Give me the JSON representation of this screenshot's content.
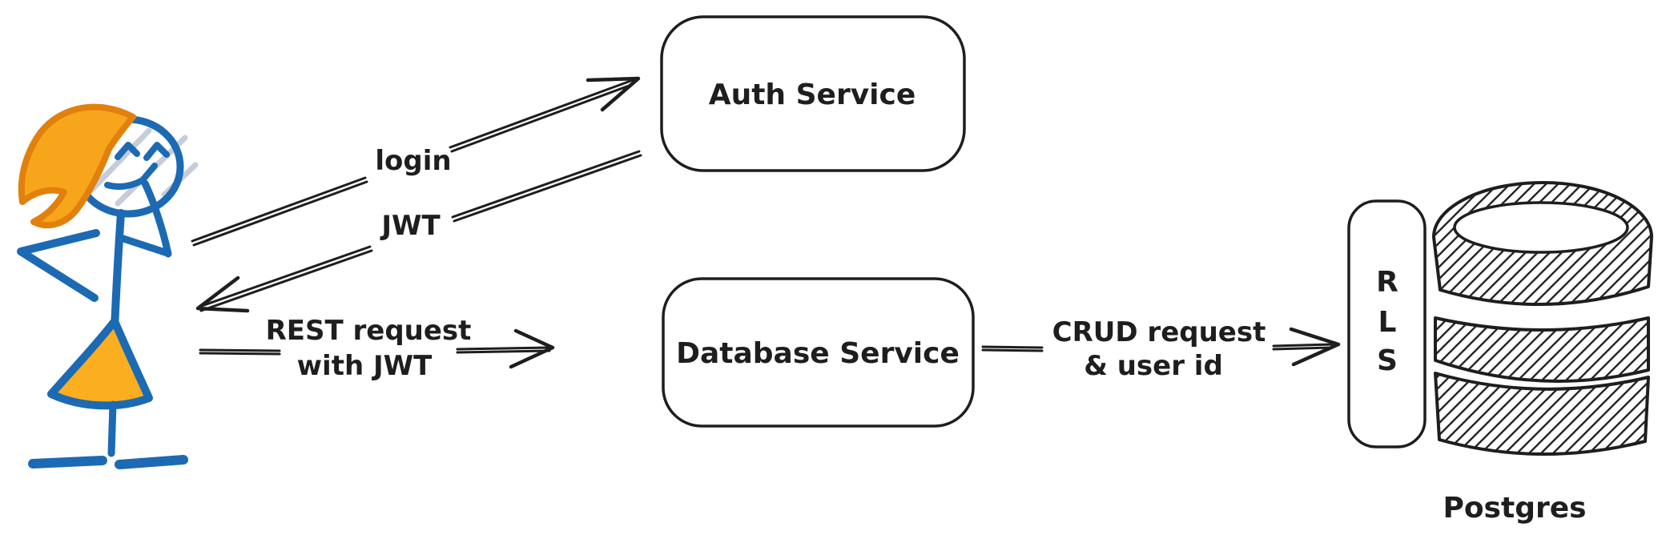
{
  "colors": {
    "ink": "#1e1e1e",
    "figure_blue": "#1b6ab3",
    "hair_orange": "#f7a61b",
    "hair_outline_orange": "#e2800d",
    "skirt_orange": "#fbae1f",
    "sketch_gray": "#c6cdd8",
    "background": "#ffffff"
  },
  "actor": {
    "icon": "stick-figure-user-icon"
  },
  "nodes": {
    "auth_service": {
      "label": "Auth Service"
    },
    "database_service": {
      "label": "Database Service"
    },
    "rls": {
      "letters": [
        "R",
        "L",
        "S"
      ]
    },
    "postgres": {
      "label": "Postgres",
      "icon": "database-cylinder-icon"
    }
  },
  "arrows": {
    "login": {
      "label": "login",
      "from": "user",
      "to": "auth_service"
    },
    "jwt": {
      "label": "JWT",
      "from": "auth_service",
      "to": "user"
    },
    "rest": {
      "label_line1": "REST request",
      "label_line2": "with JWT",
      "from": "user",
      "to": "database_service"
    },
    "crud": {
      "label_line1": "CRUD request",
      "label_line2": "& user id",
      "from": "database_service",
      "to": "rls"
    }
  }
}
